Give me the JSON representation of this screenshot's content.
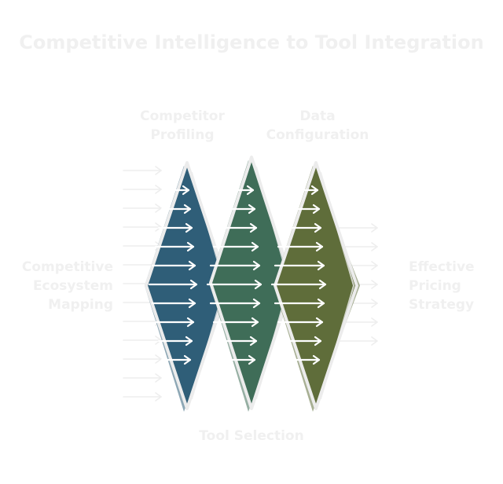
{
  "title": "Competitive Intelligence to Tool Integration",
  "labels": {
    "top_left": "Competitor\nProfiling",
    "top_right": "Data\nConfiguration",
    "left": "Competitive\nEcosystem\nMapping",
    "right": "Effective\nPricing\nStrategy",
    "bottom": "Tool Selection"
  },
  "stages": [
    {
      "name": "stage-1",
      "color": "#2f5e78"
    },
    {
      "name": "stage-2",
      "color": "#3f6d58"
    },
    {
      "name": "stage-3",
      "color": "#5f6d3a"
    }
  ],
  "colors": {
    "label": "#f0f0f0",
    "arrow_light": "#eeeeee",
    "arrow_white": "#ffffff",
    "outline": "#ececec"
  }
}
